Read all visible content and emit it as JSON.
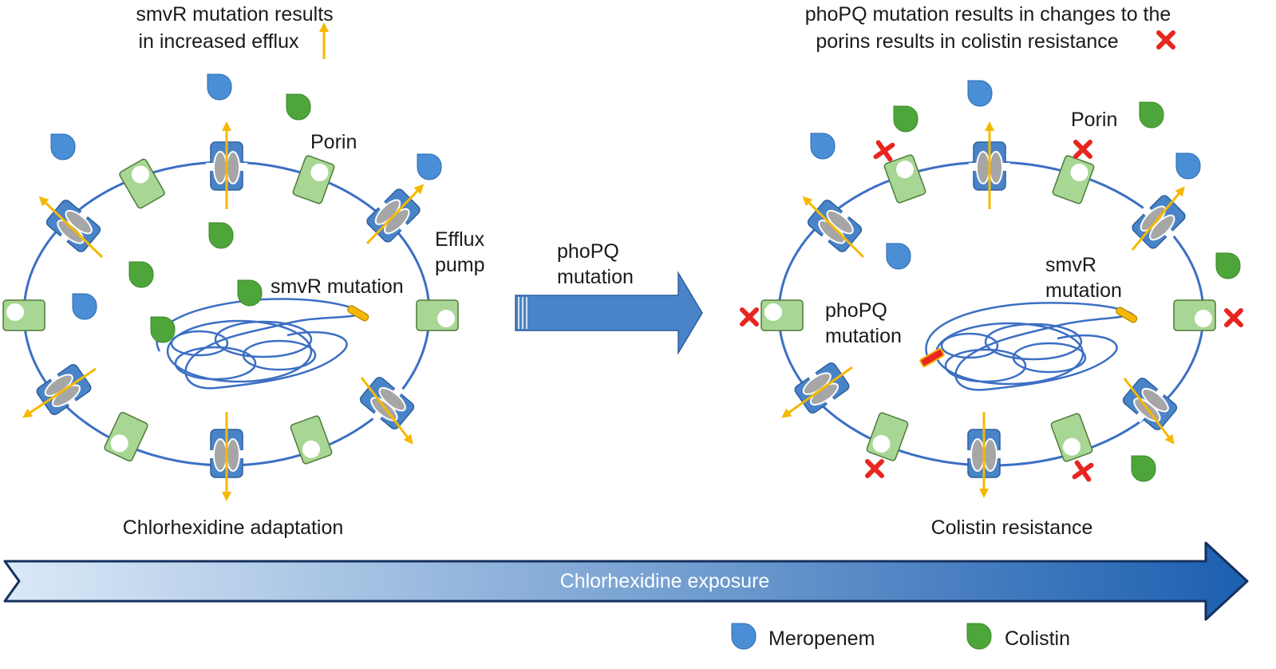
{
  "left_panel": {
    "heading_line1": "smvR mutation results",
    "heading_line2": "in increased efflux",
    "label_porin": "Porin",
    "label_efflux_line1": "Efflux",
    "label_efflux_line2": "pump",
    "label_smvr_mutation": "smvR mutation",
    "caption": "Chlorhexidine adaptation"
  },
  "transition": {
    "label_line1": "phoPQ",
    "label_line2": "mutation"
  },
  "right_panel": {
    "heading_line1": "phoPQ mutation results in changes to the",
    "heading_line2": "porins results in colistin resistance",
    "label_porin": "Porin",
    "label_phopq_line1": "phoPQ",
    "label_phopq_line2": "mutation",
    "label_smvr_line1": "smvR",
    "label_smvr_line2": "mutation",
    "caption": "Colistin resistance"
  },
  "timeline": {
    "label": "Chlorhexidine exposure"
  },
  "legend": {
    "items": [
      {
        "label": "Meropenem",
        "color": "#4a8fd6",
        "icon": "meropenem-drop-icon"
      },
      {
        "label": "Colistin",
        "color": "#4ea53a",
        "icon": "colistin-drop-icon"
      }
    ]
  },
  "colors": {
    "membrane": "#3c6fc4",
    "porin_fill": "#a8d694",
    "pump_fill": "#4a84c8",
    "pump_subunit": "#9e9e9e",
    "efflux_arrow": "#f5b800",
    "block_cross": "#e8251f",
    "mutation_smvr": "#f5b800",
    "mutation_phopq": "#e8251f",
    "timeline_light": "#d9e9f7",
    "timeline_dark": "#1c5fb0"
  }
}
